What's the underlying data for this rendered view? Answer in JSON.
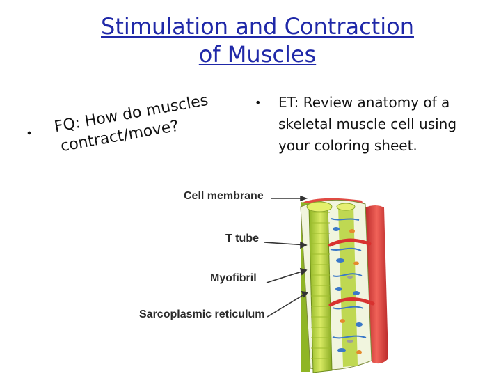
{
  "slide": {
    "title_line1": "Stimulation and Contraction",
    "title_line2": "of Muscles",
    "left_bullet": {
      "bullet": "•",
      "line1": "FQ: How do muscles",
      "line2": "contract/move?"
    },
    "right_bullet": {
      "bullet": "•",
      "text": "ET: Review anatomy of a skeletal muscle cell using your coloring sheet."
    }
  },
  "diagram": {
    "labels": {
      "cell_membrane": "Cell membrane",
      "t_tube": "T tube",
      "myofibril": "Myofibril",
      "sarcoplasmic_reticulum": "Sarcoplasmic reticulum"
    },
    "colors": {
      "membrane_red": "#d8322f",
      "myofibril_green": "#b6d23a",
      "reticulum_blue": "#3a78c8",
      "tubule_orange": "#e58a2d"
    }
  }
}
